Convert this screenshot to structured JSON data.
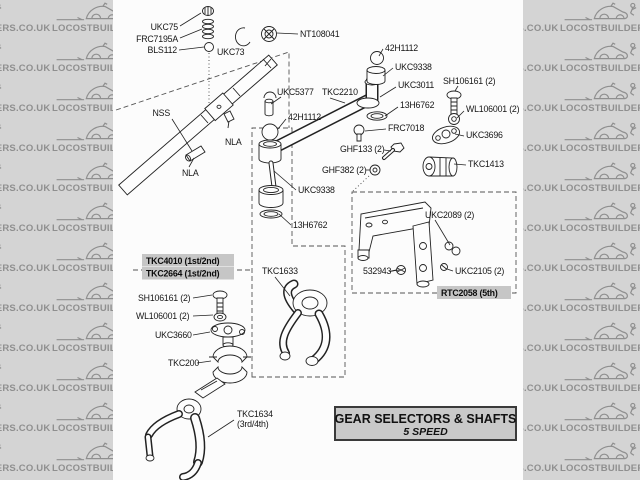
{
  "watermark": {
    "text": "LOCOSTBUILDERS.CO.UK"
  },
  "title_box": {
    "line1": "GEAR SELECTORS & SHAFTS",
    "line2": "5 SPEED"
  },
  "colors": {
    "highlight": "#c6c6c6",
    "title_bg": "#c9c9c9"
  },
  "parts": {
    "ukc75": "UKC75",
    "frc7195a": "FRC7195A",
    "bls112": "BLS112",
    "ukc73": "UKC73",
    "nt108041": "NT108041",
    "nss": "NSS",
    "nla": "NLA",
    "ukc5377": "UKC5377",
    "tkc2210": "TKC2210",
    "h42": "42H1112",
    "ukc9338": "UKC9338",
    "ukc3011": "UKC3011",
    "h13": "13H6762",
    "frc7018": "FRC7018",
    "sh106161": "SH106161 (2)",
    "wl106001": "WL106001 (2)",
    "ukc3696": "UKC3696",
    "tkc1413": "TKC1413",
    "ghf133": "GHF133 (2)",
    "ghf382": "GHF382 (2)",
    "ukc2089": "UKC2089 (2)",
    "p532943": "532943",
    "ukc2105": "UKC2105 (2)",
    "rtc2058": "RTC2058 (5th)",
    "tkc4010": "TKC4010 (1st/2nd)",
    "tkc2664": "TKC2664 (1st/2nd)",
    "ukc3660": "UKC3660",
    "tkc200": "TKC200",
    "tkc1633": "TKC1633",
    "tkc1634": "TKC1634",
    "rd34": "(3rd/4th)"
  }
}
